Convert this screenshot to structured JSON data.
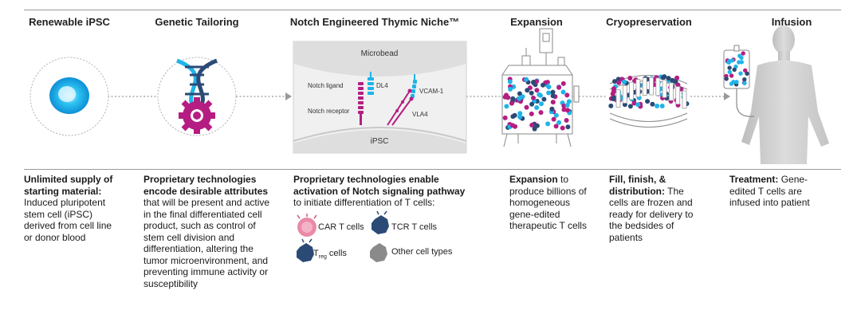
{
  "stages": [
    {
      "title": "Renewable iPSC"
    },
    {
      "title": "Genetic Tailoring"
    },
    {
      "title": "Notch Engineered Thymic Niche™"
    },
    {
      "title": "Expansion"
    },
    {
      "title": "Cryopreservation"
    },
    {
      "title": "Infusion"
    }
  ],
  "niche": {
    "microbead": "Microbead",
    "notch_ligand": "Notch ligand",
    "dl4": "DL4",
    "vcam1": "VCAM-1",
    "notch_receptor": "Notch receptor",
    "vla4": "VLA4",
    "ipsc": "iPSC"
  },
  "descriptions": {
    "ipsc": {
      "bold": "Unlimited supply of starting material:",
      "text": "Induced pluripotent stem cell (iPSC) derived from cell line or donor blood"
    },
    "genetic": {
      "bold": "Proprietary technologies encode desirable attributes",
      "text": "that will be present and active in the final differentiated cell product, such as control of stem cell division and differentiation, altering the tumor microenvironment, and preventing immune activity or susceptibility"
    },
    "notch": {
      "bold": "Proprietary technologies enable activation of Notch signaling pathway",
      "text": "to initiate differentiation of T cells:"
    },
    "expansion": {
      "bold": "Expansion",
      "text": "to produce billions of homogeneous gene-edited therapeutic T cells"
    },
    "cryo": {
      "bold": "Fill, finish, & distribution:",
      "text": "The cells are frozen and ready for delivery to the bedsides of patients"
    },
    "infusion": {
      "bold": "Treatment:",
      "text": "Gene-edited T cells are infused into patient"
    }
  },
  "legend": {
    "car": "CAR T cells",
    "tcr": "TCR T cells",
    "treg_main": "T",
    "treg_sub": "reg",
    "treg_suffix": "cells",
    "other": "Other cell types"
  },
  "colors": {
    "cyan": "#1fb4e8",
    "magenta": "#b51d82",
    "navy": "#2b4a75",
    "pink": "#e98aa8",
    "gray": "#8a8a8a",
    "silhouette": "#cfcfcf"
  }
}
